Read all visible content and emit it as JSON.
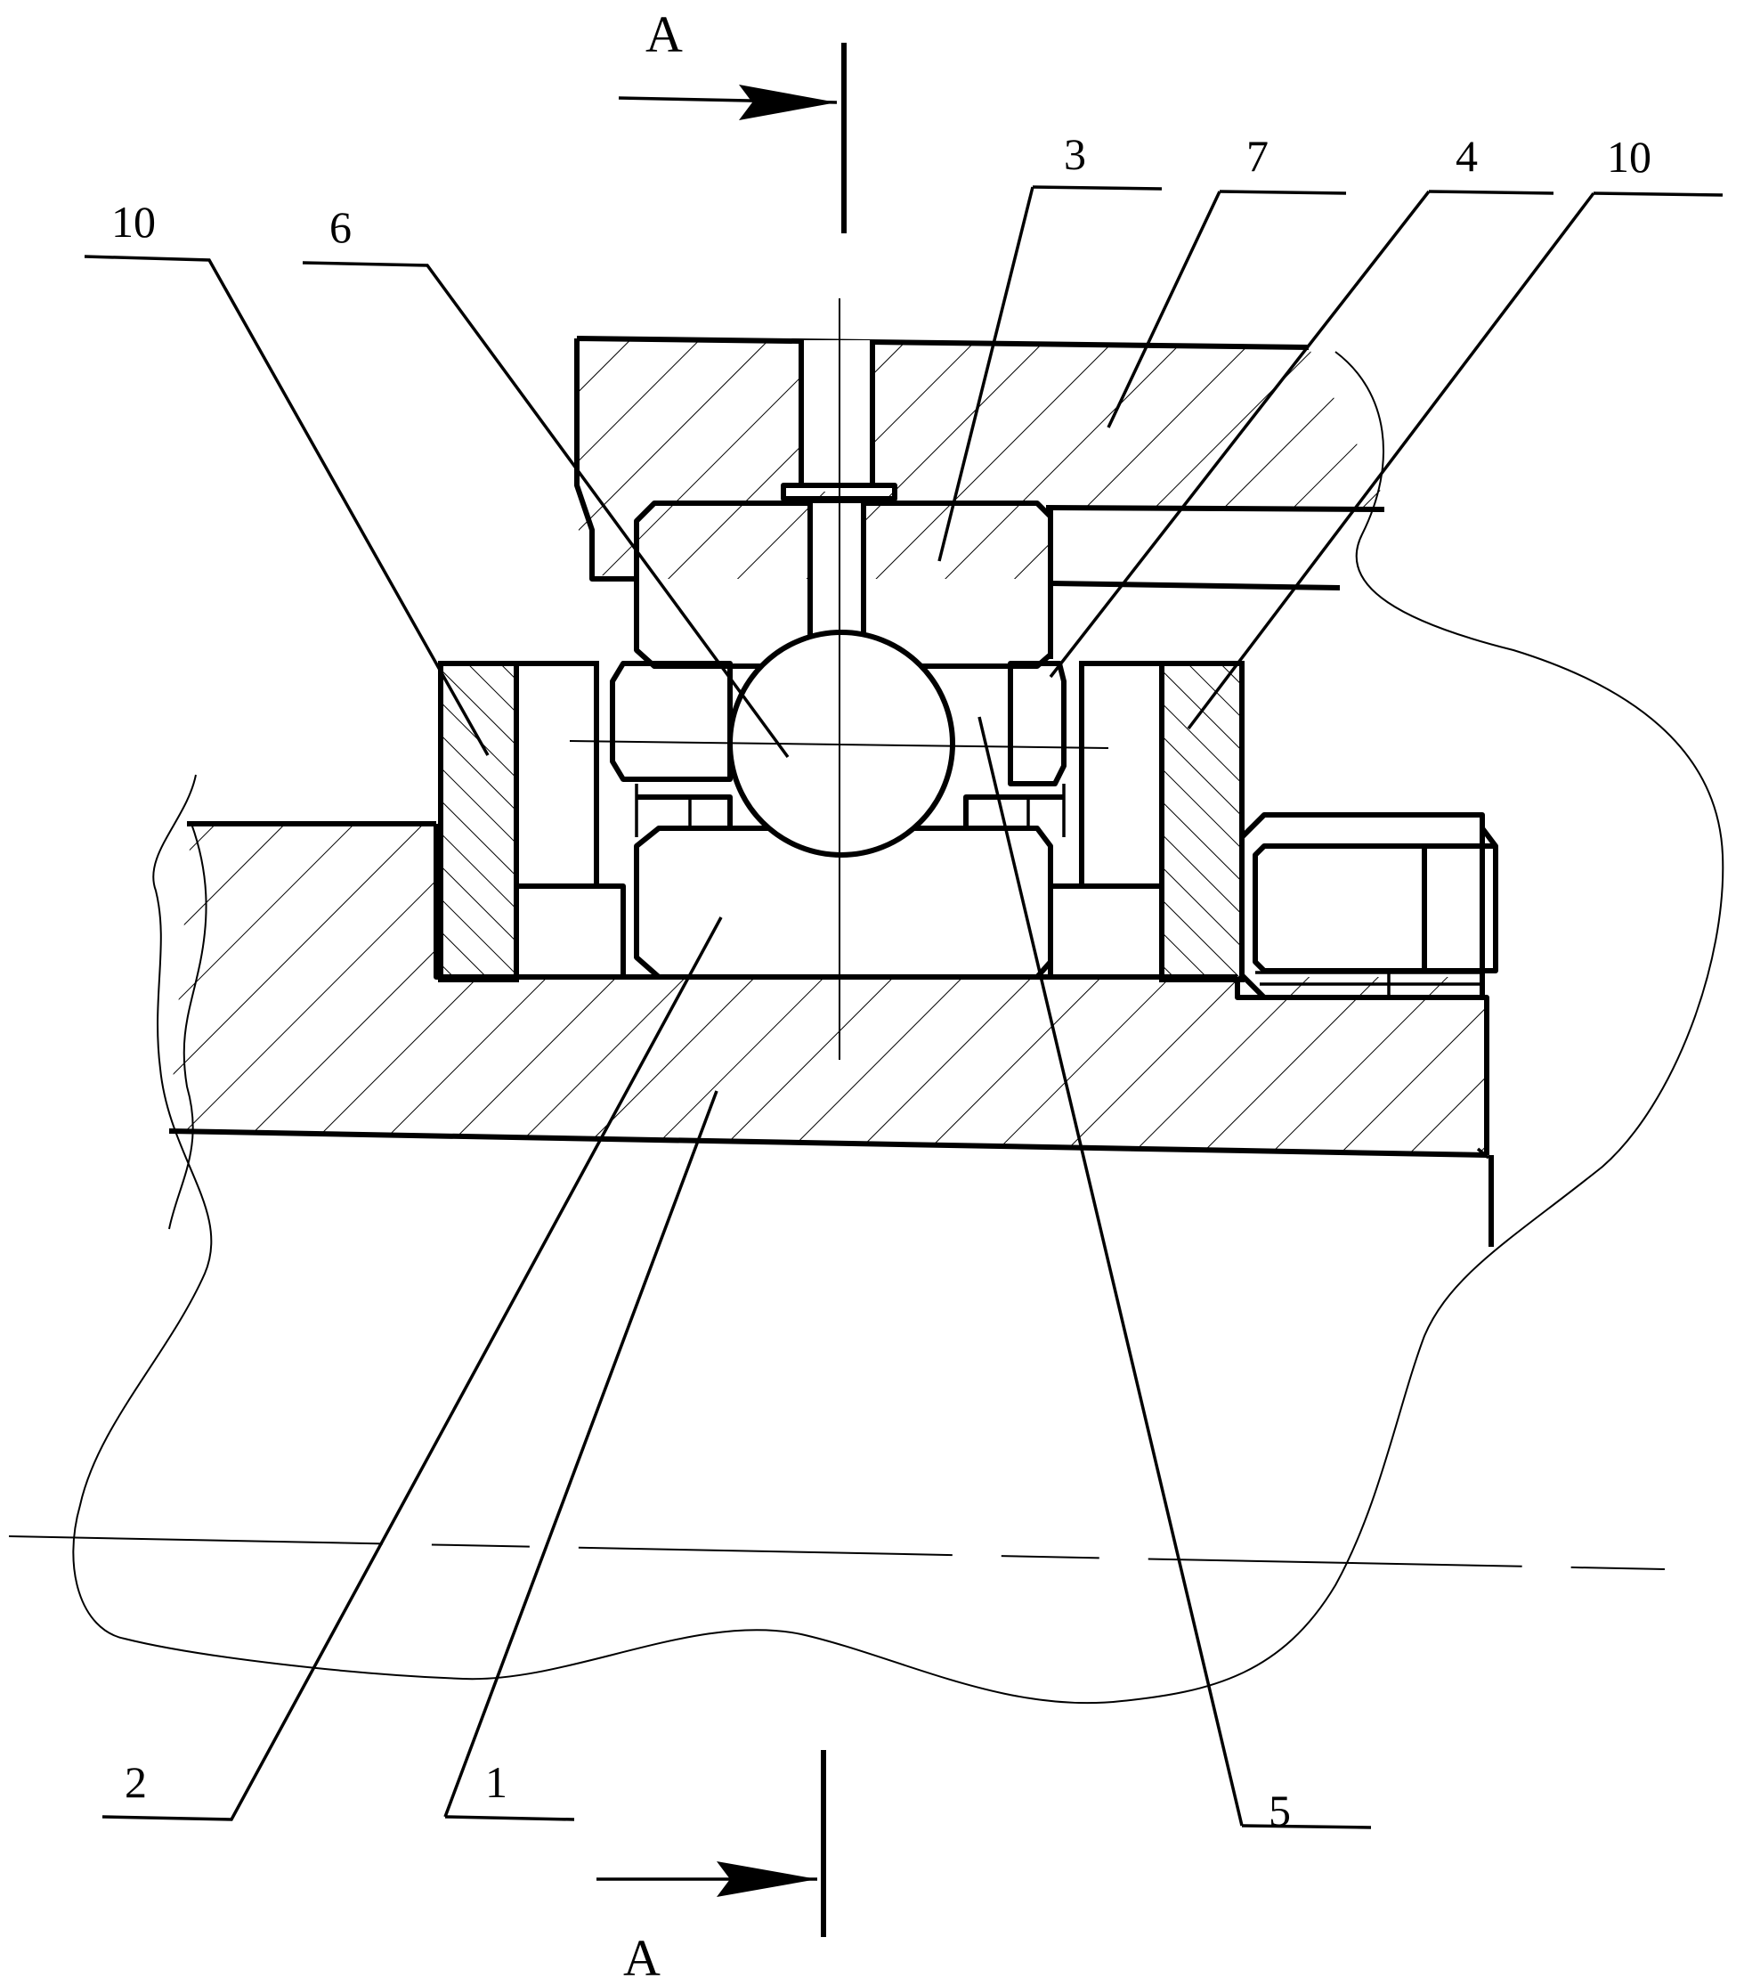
{
  "section_marks": {
    "top": "A",
    "bottom": "A"
  },
  "labels": {
    "l10_left": "10",
    "l6": "6",
    "l3": "3",
    "l7": "7",
    "l4": "4",
    "l10_right": "10",
    "l2": "2",
    "l1": "1",
    "l5": "5"
  },
  "colors": {
    "ink": "#000000",
    "paper": "#ffffff"
  }
}
